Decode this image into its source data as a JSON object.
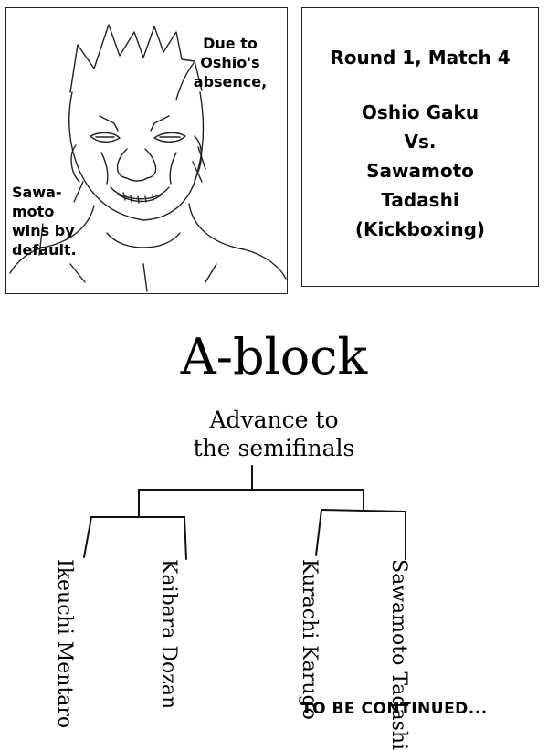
{
  "panel_left": {
    "speech_top": [
      "Due to",
      "Oshio's",
      "absence,"
    ],
    "speech_bottom": [
      "Sawa-",
      "moto",
      "wins by",
      "default."
    ]
  },
  "panel_right": {
    "header": "Round 1, Match 4",
    "lines": [
      "Oshio Gaku",
      "Vs.",
      "Sawamoto",
      "Tadashi",
      "(Kickboxing)"
    ]
  },
  "bracket": {
    "title": "A-block",
    "advance": [
      "Advance to",
      "the semifinals"
    ],
    "fighters": [
      "Ikeuchi Mentaro",
      "Kaibara Dozan",
      "Kurachi Karugo",
      "Sawamoto Tadashi"
    ]
  },
  "footer": {
    "continued": "TO BE CONTINUED..."
  }
}
